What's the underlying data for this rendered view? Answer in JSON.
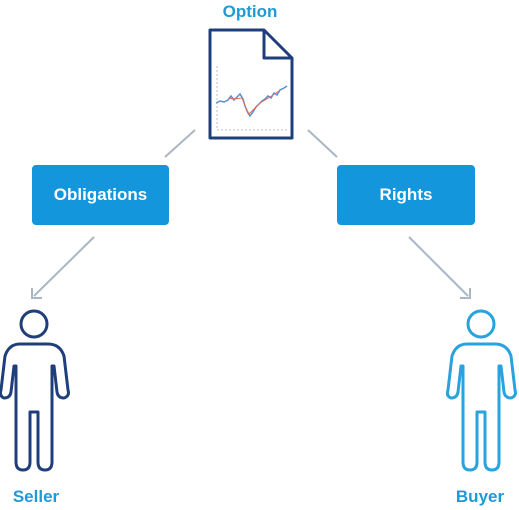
{
  "title": "Option",
  "boxes": {
    "obligations": "Obligations",
    "rights": "Rights"
  },
  "people": {
    "seller": "Seller",
    "buyer": "Buyer"
  },
  "colors": {
    "accent": "#1e9ad6",
    "box": "#1496dc",
    "document": "#1f3f7a",
    "seller": "#1f3f7a",
    "buyer": "#29a3dd",
    "connector": "#a9b7c4"
  }
}
